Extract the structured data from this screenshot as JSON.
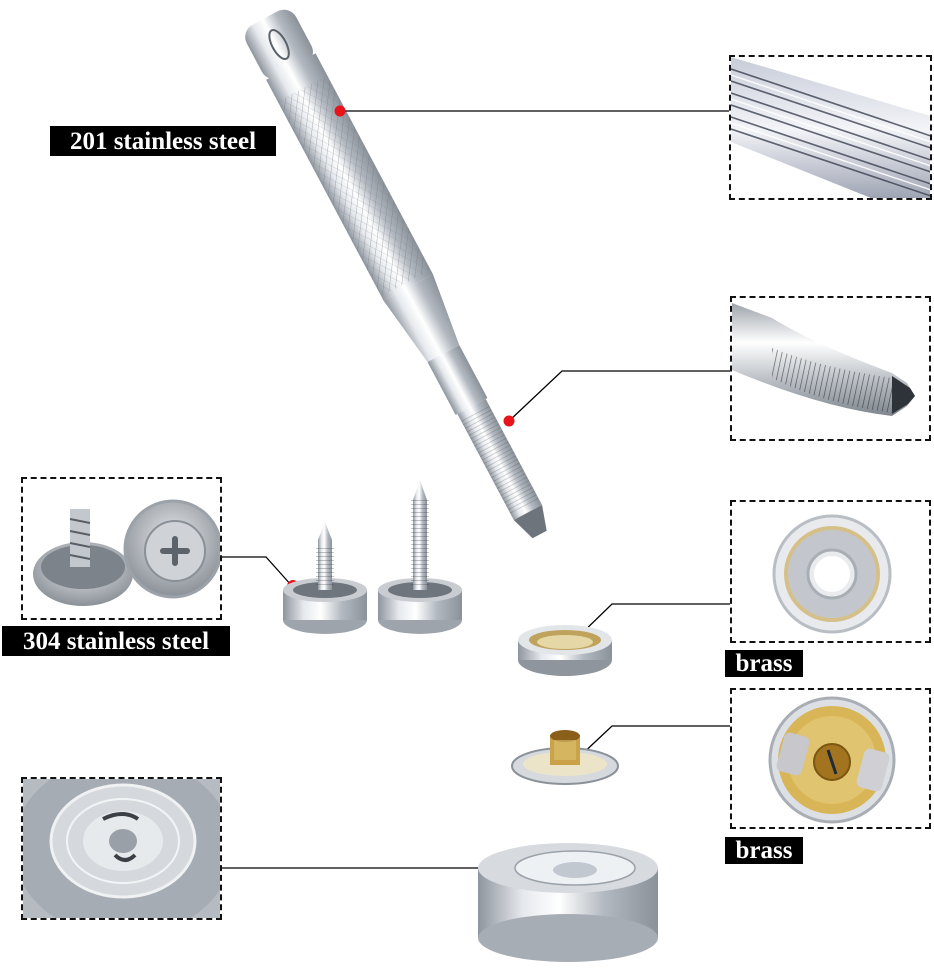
{
  "labels": {
    "punch_material": "201 stainless steel",
    "screw_material": "304 stainless steel",
    "socket_material": "brass",
    "stud_material": "brass"
  },
  "colors": {
    "callout_dot": "#e8131b",
    "label_bg": "#000000",
    "label_text": "#ffffff",
    "dashed_border": "#111111",
    "brass": "#c9a24a",
    "steel": "#c8cdd3"
  },
  "components": [
    {
      "id": "punch-tool",
      "name": "setting punch tool",
      "material": "201 stainless steel",
      "detail_views": [
        "knurled grip close-up",
        "tip close-up"
      ]
    },
    {
      "id": "screw-studs",
      "name": "screw studs",
      "material": "304 stainless steel",
      "detail_views": [
        "screw studs close-up"
      ]
    },
    {
      "id": "socket",
      "name": "snap socket",
      "material": "brass",
      "detail_views": [
        "socket top view"
      ]
    },
    {
      "id": "stud",
      "name": "snap stud",
      "material": "brass",
      "detail_views": [
        "stud underside view"
      ]
    },
    {
      "id": "anvil",
      "name": "setting anvil base",
      "material": "",
      "detail_views": [
        "anvil top close-up"
      ]
    }
  ]
}
